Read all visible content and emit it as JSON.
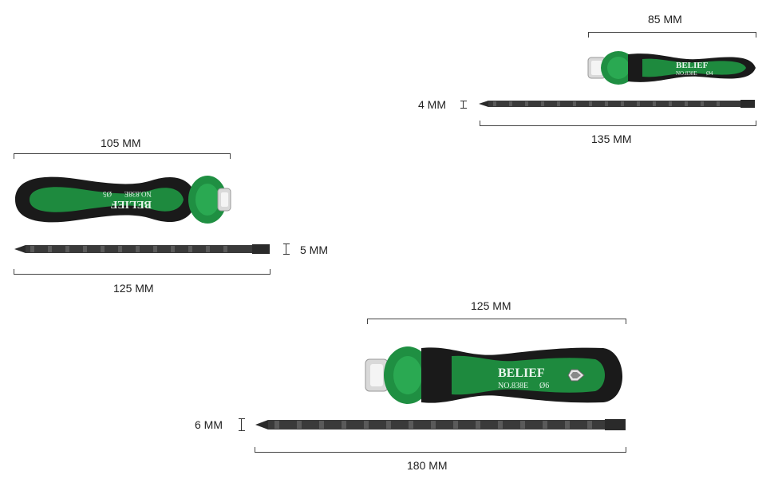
{
  "brand": "BELIEF",
  "colors": {
    "handle_green": "#1e8a3e",
    "handle_dark": "#1a1a1a",
    "shaft": "#3a3a3a",
    "label_text": "#e8f5ec"
  },
  "tools": [
    {
      "id": "small",
      "model": "NO.838E",
      "size_mark": "Ø4",
      "handle_length": "85 MM",
      "shaft_length": "135 MM",
      "shaft_diameter": "4 MM"
    },
    {
      "id": "medium",
      "model": "NO.838E",
      "size_mark": "Ø5",
      "handle_length": "105 MM",
      "shaft_length": "125 MM",
      "shaft_diameter": "5 MM"
    },
    {
      "id": "large",
      "model": "NO.838E",
      "size_mark": "Ø6",
      "handle_length": "125 MM",
      "shaft_length": "180 MM",
      "shaft_diameter": "6 MM"
    }
  ]
}
